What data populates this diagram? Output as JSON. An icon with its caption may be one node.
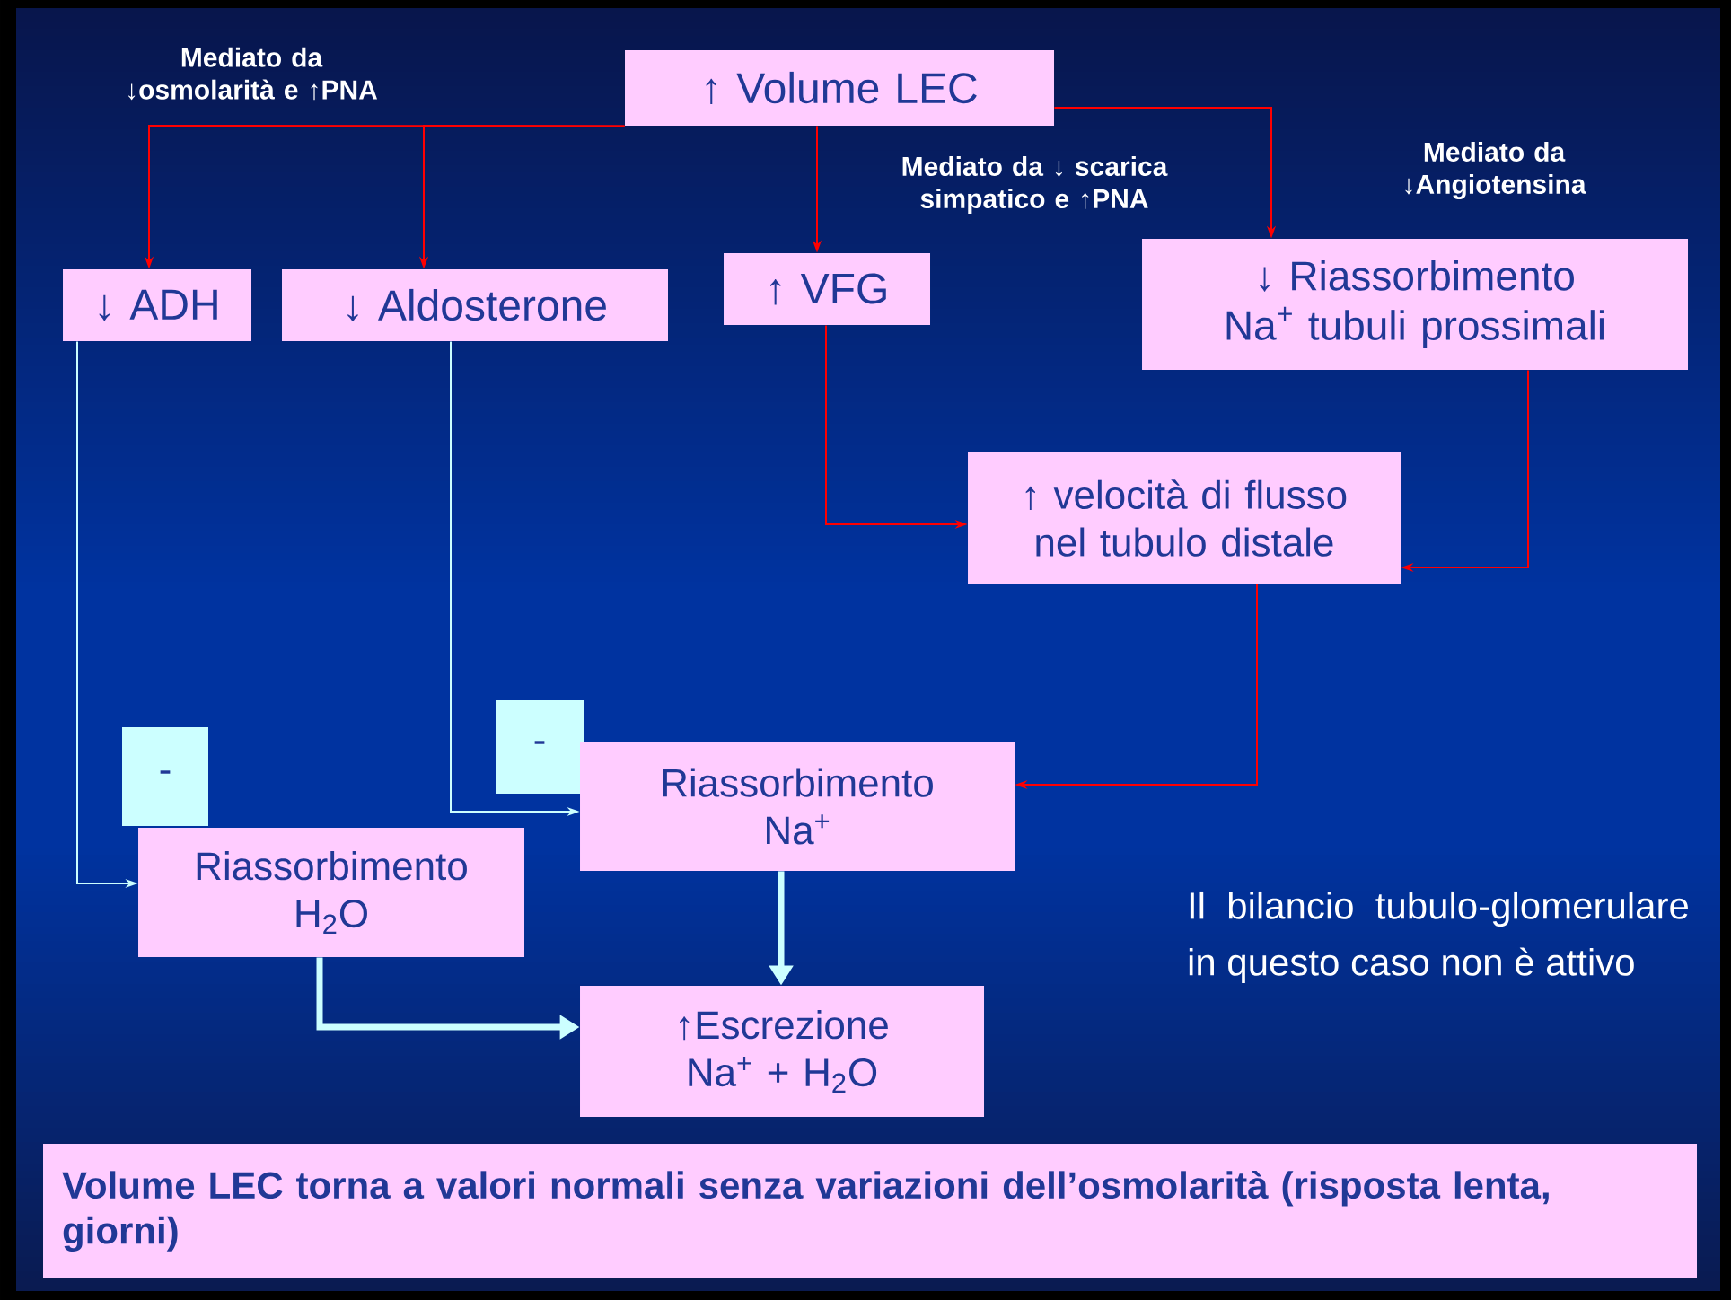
{
  "diagram": {
    "nodes": [
      {
        "text": [
          "↑ Volume LEC"
        ]
      },
      {
        "text": [
          "↓ ADH"
        ]
      },
      {
        "text": [
          "↓ Aldosterone"
        ]
      },
      {
        "text": [
          "↑ VFG"
        ]
      },
      {
        "text": [
          "↓ Riassorbimento Na$^{+}$ tubuli prossimali"
        ]
      },
      {
        "text": [
          "↑ velocità di flusso nel tubulo distale"
        ]
      },
      {
        "text": [
          "-"
        ]
      },
      {
        "text": [
          "-"
        ]
      },
      {
        "text": [
          "Riassorbimento Na$^{+}$"
        ]
      },
      {
        "text": [
          "Riassorbimento H$_{2}$O"
        ]
      },
      {
        "text": [
          "↑Escrezione Na$^{+}$ + H$_{2}$O"
        ]
      },
      {
        "text": [
          "Volume LEC torna a valori normali senza variazioni dell’osmolarità (risposta lenta, giorni)"
        ]
      }
    ],
    "edges": [
      {
        "from": 0,
        "to": 1,
        "arrow": "to"
      },
      {
        "from": 0,
        "to": 2,
        "arrow": "to"
      },
      {
        "from": 0,
        "to": 3,
        "arrow": "to"
      },
      {
        "from": 0,
        "to": 4,
        "arrow": "to"
      },
      {
        "from": 3,
        "to": 5,
        "arrow": "to"
      },
      {
        "from": 4,
        "to": 5,
        "arrow": "to"
      },
      {
        "from": 5,
        "to": 8,
        "arrow": "to"
      },
      {
        "from": 1,
        "to": 9,
        "arrow": "to",
        "color": "#ccffff"
      },
      {
        "from": 2,
        "to": 8,
        "arrow": "to",
        "color": "#ccffff"
      },
      {
        "from": 8,
        "to": 10,
        "arrow": "to",
        "style": "thick",
        "color": "#ccffff"
      },
      {
        "from": 9,
        "to": 10,
        "arrow": "to",
        "style": "thick",
        "color": "#ccffff"
      }
    ],
    "labels": [
      "Mediato da ↓osmolarità e ↑PNA",
      "Mediato da ↓ scarica simpatico e ↑PNA",
      "Mediato da ↓Angiotensina",
      "Il bilancio tubulo-glomerulare in questo caso non è attivo"
    ]
  }
}
